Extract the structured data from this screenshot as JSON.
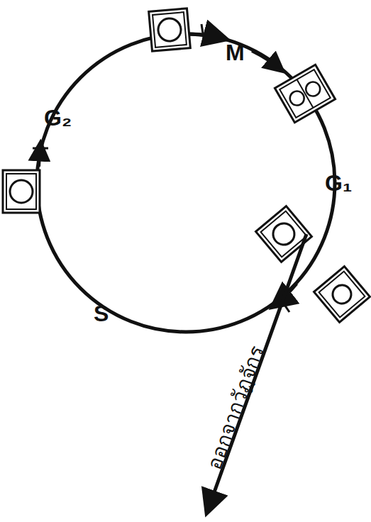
{
  "diagram": {
    "labels": [
      "G₂",
      "M",
      "G₁",
      "S",
      "ออกจากวัฏจักร"
    ]
  }
}
